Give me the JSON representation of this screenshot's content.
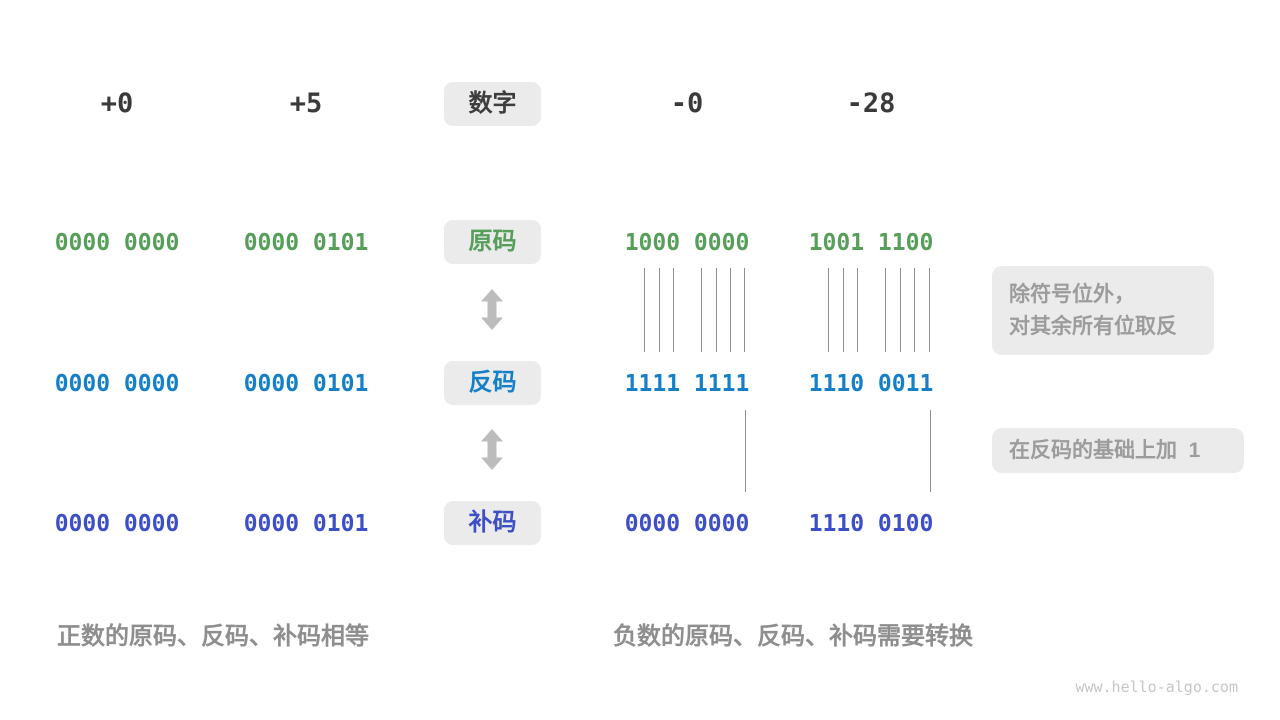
{
  "header": {
    "numbers": [
      "+0",
      "+5",
      "-0",
      "-28"
    ],
    "center_label": "数字"
  },
  "rows": [
    {
      "label": "原码",
      "values": [
        "0000 0000",
        "0000 0101",
        "1000 0000",
        "1001 1100"
      ]
    },
    {
      "label": "反码",
      "values": [
        "0000 0000",
        "0000 0101",
        "1111 1111",
        "1110 0011"
      ]
    },
    {
      "label": "补码",
      "values": [
        "0000 0000",
        "0000 0101",
        "0000 0000",
        "1110 0100"
      ]
    }
  ],
  "annotations": {
    "invert_bits": "除符号位外，\n对其余所有位取反",
    "add_one": "在反码的基础上加  1"
  },
  "captions": {
    "positive": "正数的原码、反码、补码相等",
    "negative": "负数的原码、反码、补码需要转换"
  },
  "watermark": "www.hello-algo.com",
  "colors": {
    "sign_magnitude_green": "#569e5a",
    "ones_complement_blue": "#1580c8",
    "twos_complement_indigo": "#3d4fc6",
    "number_dark": "#3a3a3a",
    "label_box_bg": "#ebebeb",
    "annotation_text": "#9c9c9c",
    "caption_text": "#8e8e8e",
    "connector_line": "#8f8f8f",
    "arrow_gray": "#bcbcbc",
    "watermark_gray": "#c6c6c6"
  }
}
